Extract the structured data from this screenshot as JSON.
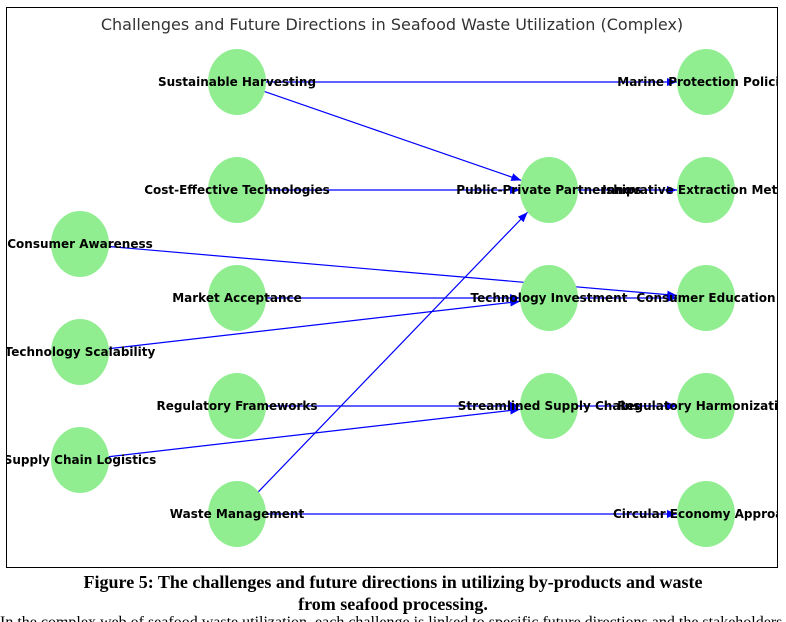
{
  "title": "Challenges and Future Directions in Seafood Waste Utilization (Complex)",
  "colors": {
    "node_fill": "#90ee90",
    "edge": "#0000ff"
  },
  "nodes": [
    {
      "id": "ca",
      "label": "Consumer Awareness"
    },
    {
      "id": "ts",
      "label": "Technology Scalability"
    },
    {
      "id": "scl",
      "label": "Supply Chain Logistics"
    },
    {
      "id": "sh",
      "label": "Sustainable Harvesting"
    },
    {
      "id": "cet",
      "label": "Cost-Effective Technologies"
    },
    {
      "id": "ma",
      "label": "Market Acceptance"
    },
    {
      "id": "rf",
      "label": "Regulatory Frameworks"
    },
    {
      "id": "wm",
      "label": "Waste Management"
    },
    {
      "id": "ppp",
      "label": "Public-Private Partnerships"
    },
    {
      "id": "ti",
      "label": "Technology Investment"
    },
    {
      "id": "ssc",
      "label": "Streamlined Supply Chains"
    },
    {
      "id": "mpp",
      "label": "Marine Protection Policies"
    },
    {
      "id": "iem",
      "label": "Innovative Extraction Methods"
    },
    {
      "id": "ce",
      "label": "Consumer Education"
    },
    {
      "id": "rh",
      "label": "Regulatory Harmonization"
    },
    {
      "id": "cea",
      "label": "Circular Economy Approach"
    }
  ],
  "edges": [
    {
      "from": "sh",
      "to": "mpp"
    },
    {
      "from": "sh",
      "to": "ppp"
    },
    {
      "from": "cet",
      "to": "ppp"
    },
    {
      "from": "ca",
      "to": "ce"
    },
    {
      "from": "ma",
      "to": "ti"
    },
    {
      "from": "ts",
      "to": "ti"
    },
    {
      "from": "rf",
      "to": "ssc"
    },
    {
      "from": "scl",
      "to": "ssc"
    },
    {
      "from": "wm",
      "to": "ppp"
    },
    {
      "from": "wm",
      "to": "cea"
    },
    {
      "from": "ti",
      "to": "ce"
    },
    {
      "from": "ssc",
      "to": "rh"
    },
    {
      "from": "ppp",
      "to": "iem"
    }
  ],
  "caption": {
    "line1": "Figure 5: The challenges and future directions in utilizing by-products and waste",
    "line2": "from seafood processing."
  },
  "body_text": "In the complex web of seafood waste utilization, each challenge is linked to specific future directions and the stakeholders that drive utilization of"
}
